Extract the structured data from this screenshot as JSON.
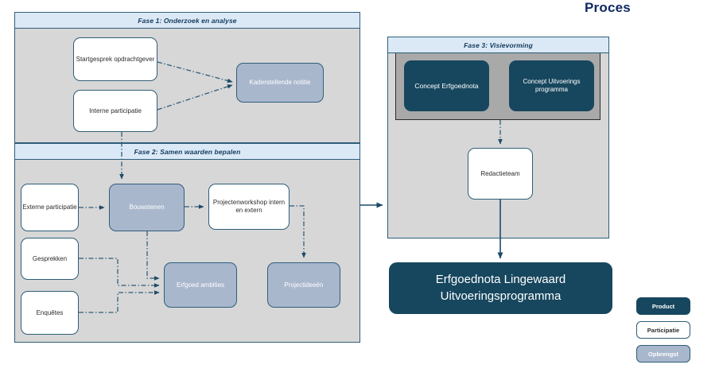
{
  "title": "Proces",
  "phases": [
    {
      "id": "fase1",
      "header": "Fase 1: Onderzoek en analyse",
      "nodes": [
        {
          "id": "startgesprek",
          "label": "Startgesprek opdrachtgever",
          "type": "participatie"
        },
        {
          "id": "interne",
          "label": "Interne participatie",
          "type": "participatie"
        },
        {
          "id": "kader",
          "label": "Kaderstellende notitie",
          "type": "opbrengst"
        }
      ]
    },
    {
      "id": "fase2",
      "header": "Fase 2: Samen waarden bepalen",
      "nodes": [
        {
          "id": "externe",
          "label": "Externe participatie",
          "type": "participatie"
        },
        {
          "id": "gesprekken",
          "label": "Gesprekken",
          "type": "participatie"
        },
        {
          "id": "enquetes",
          "label": "Enquêtes",
          "type": "participatie"
        },
        {
          "id": "bouwstenen",
          "label": "Bouwstenen",
          "type": "opbrengst"
        },
        {
          "id": "workshop",
          "label": "Projectenworkshop intern en extern",
          "type": "participatie"
        },
        {
          "id": "erfgoed",
          "label": "Erfgoed ambities",
          "type": "opbrengst"
        },
        {
          "id": "projectideeen",
          "label": "Projectideeën",
          "type": "opbrengst"
        }
      ]
    },
    {
      "id": "fase3",
      "header": "Fase 3: Visievorming",
      "nodes": [
        {
          "id": "concept_erfgoednota",
          "label": "Concept Erfgoednota",
          "type": "product"
        },
        {
          "id": "concept_uitvoeringsprogramma",
          "label": "Concept Uitvoerings programma",
          "type": "product"
        },
        {
          "id": "redactieteam",
          "label": "Redactieteam",
          "type": "participatie"
        }
      ]
    }
  ],
  "final_output": {
    "line1": "Erfgoednota Lingewaard",
    "line2": "Uitvoeringsprogramma",
    "type": "product"
  },
  "legend": {
    "items": [
      {
        "label": "Product",
        "type": "product"
      },
      {
        "label": "Participatie",
        "type": "participatie"
      },
      {
        "label": "Opbrengst",
        "type": "opbrengst"
      }
    ]
  },
  "colors": {
    "product_fill": "#17475e",
    "opbrengst_fill": "#a9b7cd",
    "participatie_fill": "#ffffff",
    "panel_fill": "#d7d7d7",
    "panel_header_fill": "#dbe9f7",
    "border": "#2f5d79",
    "title_color": "#102a64",
    "inner_frame_fill": "#a9a9a9"
  }
}
